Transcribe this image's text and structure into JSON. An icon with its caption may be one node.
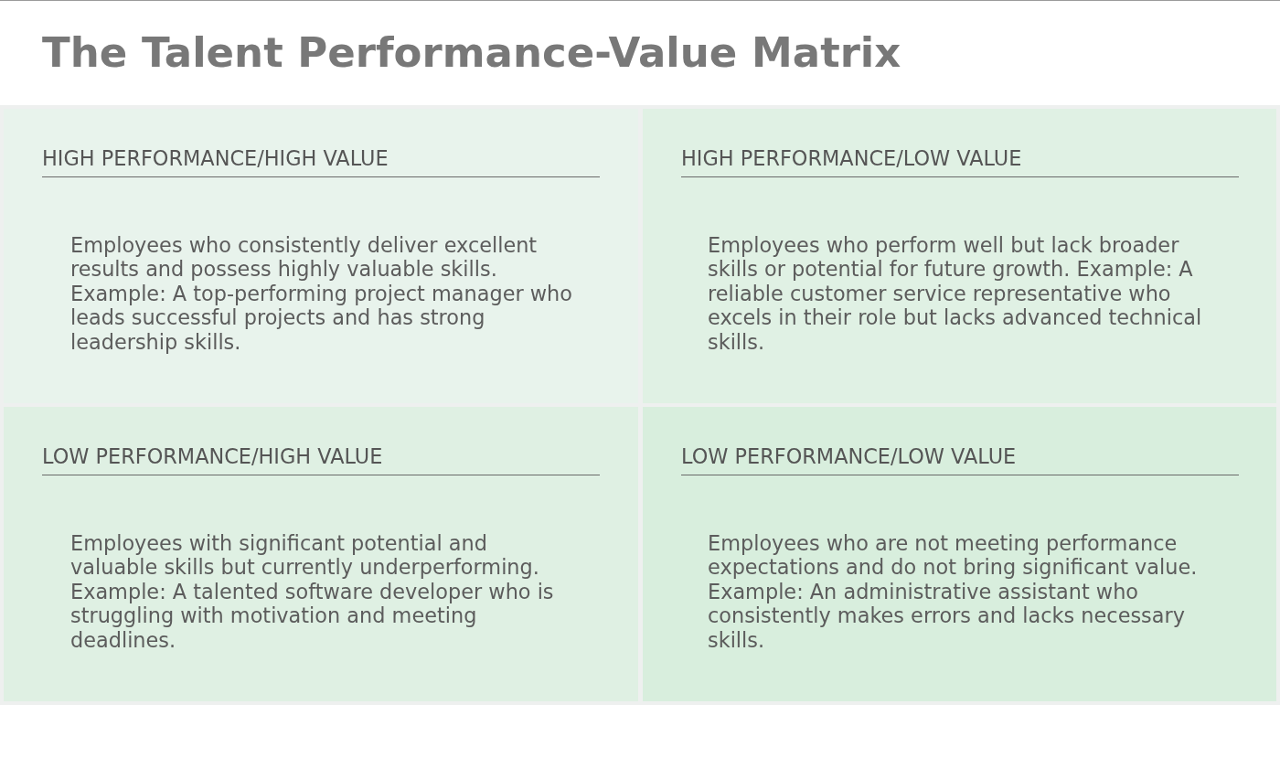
{
  "diagram": {
    "title": "The Talent Performance-Value Matrix",
    "nodes": [
      {
        "text": [
          "HIGH PERFORMANCE/HIGH VALUE",
          "Employees who consistently deliver excellent results and possess highly valuable skills. Example: A top-performing project manager who leads successful projects and has strong leadership skills."
        ]
      },
      {
        "text": [
          "HIGH PERFORMANCE/LOW VALUE",
          "Employees who perform well but lack broader skills or potential for future growth. Example: A reliable customer service representative who excels in their role but lacks advanced technical skills."
        ]
      },
      {
        "text": [
          "LOW PERFORMANCE/HIGH VALUE",
          "Employees with significant potential and valuable skills but currently underperforming. Example: A talented software developer who is struggling with motivation and meeting deadlines."
        ]
      },
      {
        "text": [
          "LOW PERFORMANCE/LOW VALUE",
          "Employees who are not meeting performance expectations and do not bring significant value. Example: An administrative assistant who consistently makes errors and lacks necessary skills."
        ]
      }
    ]
  }
}
